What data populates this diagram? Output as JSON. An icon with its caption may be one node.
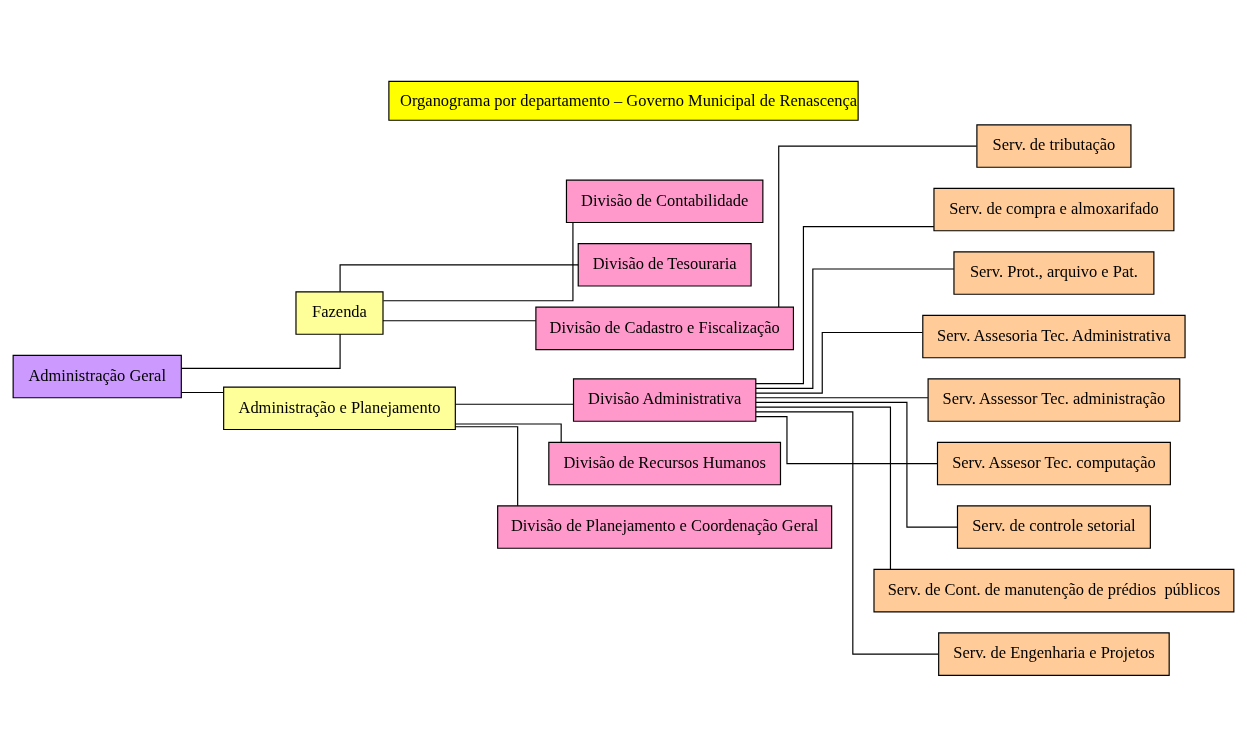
{
  "diagram": {
    "title": "Organograma por departamento – Governo Municipal de Renascença",
    "nodes": [
      {
        "text": [
          "Administração Geral"
        ]
      },
      {
        "text": [
          "Fazenda"
        ]
      },
      {
        "text": [
          "Administração e Planejamento"
        ]
      },
      {
        "text": [
          "Divisão de Contabilidade"
        ]
      },
      {
        "text": [
          "Divisão de Tesouraria"
        ]
      },
      {
        "text": [
          "Divisão de Cadastro e Fiscalização"
        ]
      },
      {
        "text": [
          "Serv. de tributação"
        ]
      },
      {
        "text": [
          "Divisão Administrativa"
        ]
      },
      {
        "text": [
          "Divisão de Recursos Humanos"
        ]
      },
      {
        "text": [
          "Divisão de Planejamento e Coordenação Geral"
        ]
      },
      {
        "text": [
          "Serv. de compra e almoxarifado"
        ]
      },
      {
        "text": [
          "Serv. Prot., arquivo e Pat."
        ]
      },
      {
        "text": [
          "Serv. Assesoria Tec. Administrativa"
        ]
      },
      {
        "text": [
          "Serv. Assessor Tec. administração"
        ]
      },
      {
        "text": [
          "Serv. Assesor Tec. computação"
        ]
      },
      {
        "text": [
          "Serv. de controle setorial"
        ]
      },
      {
        "text": [
          "Serv. de Cont. de manutenção de prédios  públicos"
        ]
      },
      {
        "text": [
          "Serv. de Engenharia e Projetos"
        ]
      }
    ],
    "edges": [
      {
        "from": 0,
        "to": 1,
        "arrow": "none"
      },
      {
        "from": 0,
        "to": 2,
        "arrow": "none"
      },
      {
        "from": 1,
        "to": 3,
        "arrow": "none"
      },
      {
        "from": 1,
        "to": 4,
        "arrow": "none"
      },
      {
        "from": 1,
        "to": 5,
        "arrow": "none"
      },
      {
        "from": 5,
        "to": 6,
        "arrow": "none"
      },
      {
        "from": 2,
        "to": 7,
        "arrow": "none"
      },
      {
        "from": 2,
        "to": 8,
        "arrow": "none"
      },
      {
        "from": 2,
        "to": 9,
        "arrow": "none"
      },
      {
        "from": 7,
        "to": 10,
        "arrow": "none"
      },
      {
        "from": 7,
        "to": 11,
        "arrow": "none"
      },
      {
        "from": 7,
        "to": 12,
        "arrow": "none"
      },
      {
        "from": 7,
        "to": 13,
        "arrow": "none"
      },
      {
        "from": 7,
        "to": 14,
        "arrow": "none"
      },
      {
        "from": 7,
        "to": 15,
        "arrow": "none"
      },
      {
        "from": 7,
        "to": 16,
        "arrow": "none"
      },
      {
        "from": 7,
        "to": 17,
        "arrow": "none"
      }
    ]
  }
}
